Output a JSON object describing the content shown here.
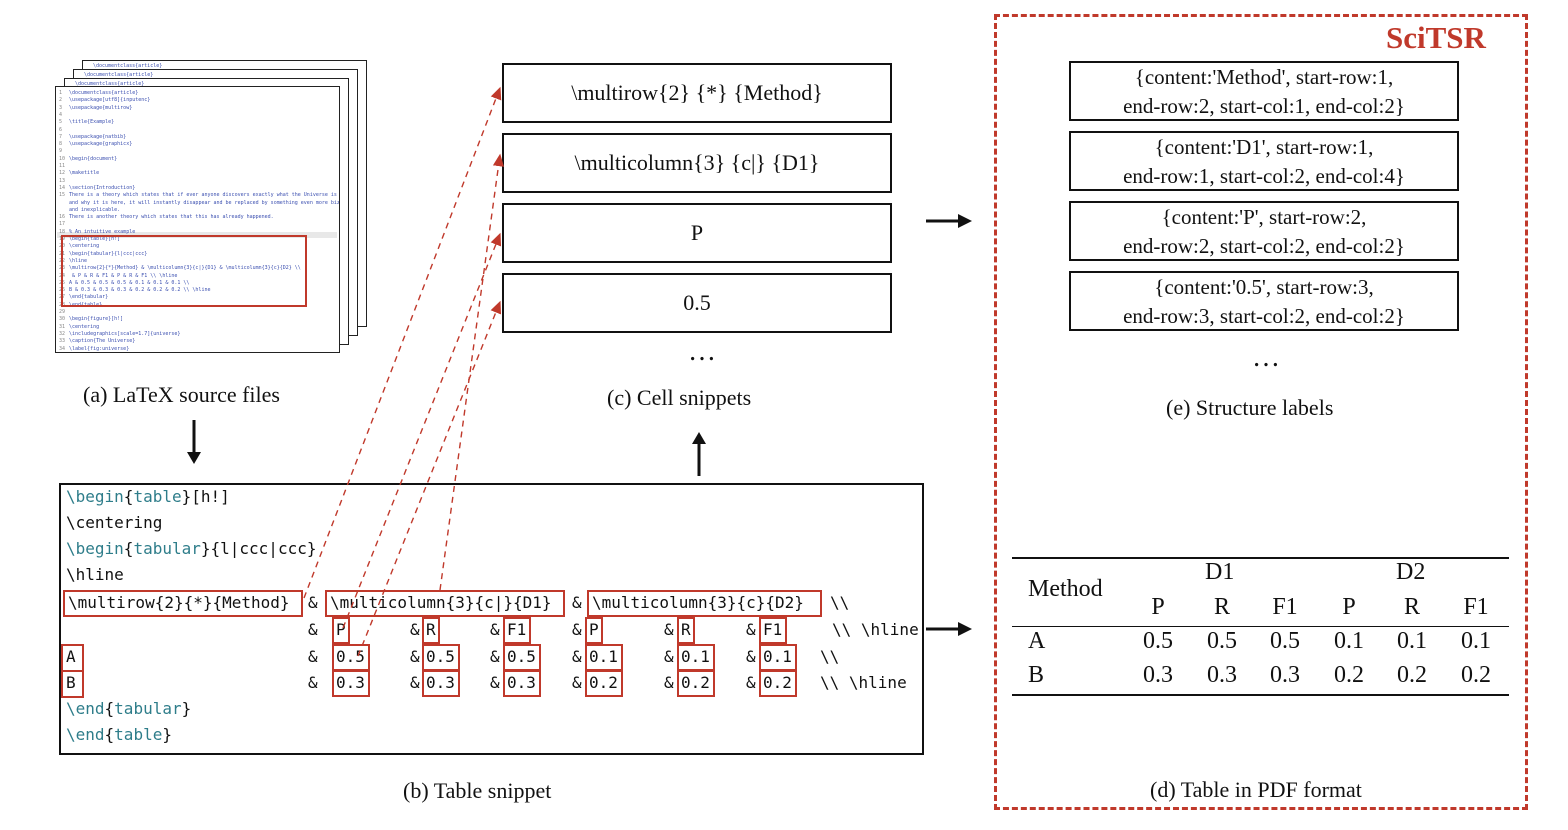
{
  "brand": {
    "title": "SciTSR",
    "color": "#c0392b"
  },
  "captions": {
    "a": "(a) LaTeX source files",
    "b": "(b) Table snippet",
    "c": "(c) Cell snippets",
    "d": "(d) Table in PDF format",
    "e": "(e) Structure labels"
  },
  "source_files": {
    "back_tabs": [
      "\\documentclass{article}",
      "\\documentclass{article}",
      "\\documentclass{article}"
    ],
    "lines": [
      {
        "n": "1",
        "t": "\\documentclass{article}"
      },
      {
        "n": "2",
        "t": "\\usepackage[utf8]{inputenc}"
      },
      {
        "n": "3",
        "t": "\\usepackage{multirow}"
      },
      {
        "n": "4",
        "t": ""
      },
      {
        "n": "5",
        "t": "\\title{Example}"
      },
      {
        "n": "6",
        "t": ""
      },
      {
        "n": "7",
        "t": "\\usepackage{natbib}"
      },
      {
        "n": "8",
        "t": "\\usepackage{graphicx}"
      },
      {
        "n": "9",
        "t": ""
      },
      {
        "n": "10",
        "t": "\\begin{document}"
      },
      {
        "n": "11",
        "t": ""
      },
      {
        "n": "12",
        "t": "\\maketitle"
      },
      {
        "n": "13",
        "t": ""
      },
      {
        "n": "14",
        "t": "\\section{Introduction}"
      },
      {
        "n": "15",
        "t": "There is a theory which states that if ever anyone discovers exactly what the Universe is for"
      },
      {
        "n": "",
        "t": "and why it is here, it will instantly disappear and be replaced by something even more bizarre"
      },
      {
        "n": "",
        "t": "and inexplicable."
      },
      {
        "n": "16",
        "t": "There is another theory which states that this has already happened."
      },
      {
        "n": "17",
        "t": ""
      },
      {
        "n": "18",
        "t": "% An intuitive example"
      },
      {
        "n": "19",
        "t": "\\begin{table}[h!]"
      },
      {
        "n": "20",
        "t": "\\centering"
      },
      {
        "n": "21",
        "t": "\\begin{tabular}{l|ccc|ccc}"
      },
      {
        "n": "22",
        "t": "\\hline"
      },
      {
        "n": "23",
        "t": "\\multirow{2}{*}{Method} & \\multicolumn{3}{c|}{D1} & \\multicolumn{3}{c}{D2} \\\\"
      },
      {
        "n": "24",
        "t": "          & P     & R     & F1    & P     & R     & F1    \\\\ \\hline"
      },
      {
        "n": "25",
        "t": "A         & 0.5   & 0.5   & 0.5   & 0.1   & 0.1   & 0.1   \\\\"
      },
      {
        "n": "26",
        "t": "B         & 0.3   & 0.3   & 0.3   & 0.2   & 0.2   & 0.2   \\\\ \\hline"
      },
      {
        "n": "27",
        "t": "\\end{tabular}"
      },
      {
        "n": "28",
        "t": "\\end{table}"
      },
      {
        "n": "29",
        "t": ""
      },
      {
        "n": "30",
        "t": "\\begin{figure}[h!]"
      },
      {
        "n": "31",
        "t": "\\centering"
      },
      {
        "n": "32",
        "t": "\\includegraphics[scale=1.7]{universe}"
      },
      {
        "n": "33",
        "t": "\\caption{The Universe}"
      },
      {
        "n": "34",
        "t": "\\label{fig:universe}"
      }
    ]
  },
  "code": {
    "l1a": "\\begin",
    "l1b": "{",
    "l1c": "table",
    "l1d": "}[h!]",
    "l2": "\\centering",
    "l3a": "\\begin",
    "l3b": "{",
    "l3c": "tabular",
    "l3d": "}{l|ccc|ccc}",
    "l4": "\\hline",
    "multirow": "\\multirow{2}{*}{Method}",
    "amp": "&",
    "mc1": "\\multicolumn{3}{c|}{D1}",
    "mc2": "\\multicolumn{3}{c}{D2}",
    "endrow": "\\\\",
    "endrow_hline": "\\\\ \\hline",
    "row2": [
      "P",
      "R",
      "F1",
      "P",
      "R",
      "F1"
    ],
    "rowA_label": "A",
    "rowA": [
      "0.5",
      "0.5",
      "0.5",
      "0.1",
      "0.1",
      "0.1"
    ],
    "rowB_label": "B",
    "rowB": [
      "0.3",
      "0.3",
      "0.3",
      "0.2",
      "0.2",
      "0.2"
    ],
    "l9a": "\\end",
    "l9b": "{",
    "l9c": "tabular",
    "l9d": "}",
    "l10a": "\\end",
    "l10b": "{",
    "l10c": "table",
    "l10d": "}"
  },
  "cells": [
    "\\multirow{2} {*} {Method}",
    "\\multicolumn{3} {c|} {D1}",
    "P",
    "0.5"
  ],
  "ellipsis": "…",
  "labels": [
    {
      "l1": "{content:'Method', start-row:1,",
      "l2": "end-row:2, start-col:1, end-col:2}"
    },
    {
      "l1": "{content:'D1', start-row:1,",
      "l2": "end-row:1, start-col:2, end-col:4}"
    },
    {
      "l1": "{content:'P', start-row:2,",
      "l2": "end-row:2, start-col:2, end-col:2}"
    },
    {
      "l1": "{content:'0.5', start-row:3,",
      "l2": "end-row:3, start-col:2, end-col:2}"
    }
  ],
  "pdf_table": {
    "method": "Method",
    "groups": [
      "D1",
      "D2"
    ],
    "subheaders": [
      "P",
      "R",
      "F1",
      "P",
      "R",
      "F1"
    ],
    "rows": [
      {
        "label": "A",
        "values": [
          "0.5",
          "0.5",
          "0.5",
          "0.1",
          "0.1",
          "0.1"
        ]
      },
      {
        "label": "B",
        "values": [
          "0.3",
          "0.3",
          "0.3",
          "0.2",
          "0.2",
          "0.2"
        ]
      }
    ]
  }
}
